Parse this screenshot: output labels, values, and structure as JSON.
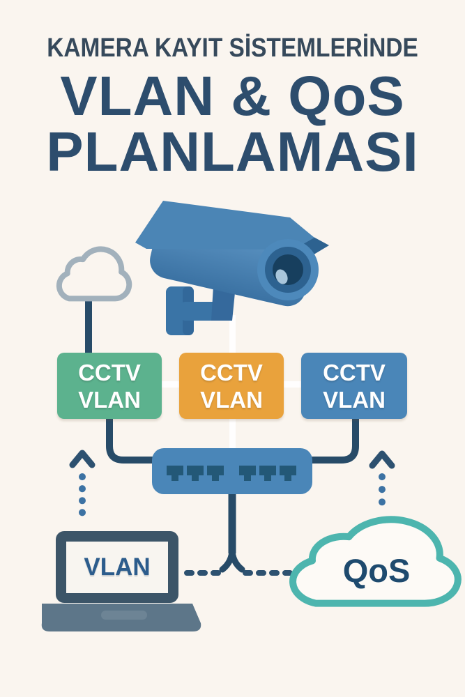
{
  "poster": {
    "kicker": "KAMERA KAYIT SİSTEMLERİNDE",
    "title_line1": "VLAN & QoS",
    "title_line2": "PLANLAMASI"
  },
  "diagram": {
    "vlan_boxes": [
      {
        "line1": "CCTV",
        "line2": "VLAN",
        "color": "#5cb28e"
      },
      {
        "line1": "CCTV",
        "line2": "VLAN",
        "color": "#e9a23c"
      },
      {
        "line1": "CCTV",
        "line2": "VLAN",
        "color": "#4a86b8"
      }
    ],
    "laptop_label": "VLAN",
    "qos_label": "QoS"
  },
  "icons": {
    "camera": "cctv-camera-icon",
    "uplink_cloud": "cloud-icon",
    "switch": "network-switch-icon",
    "laptop": "laptop-icon",
    "qos_cloud": "qos-cloud-icon"
  },
  "colors": {
    "background": "#faf5ef",
    "kicker_text": "#36495b",
    "title_text": "#2d4d6d",
    "green_box": "#5cb28e",
    "orange_box": "#e9a23c",
    "blue_box": "#4a86b8",
    "switch_body": "#4a86b8",
    "switch_ports": "#235877",
    "connector_navy": "#274b68",
    "dotted_blue": "#3c72a3",
    "teal_cloud": "#4db5ae",
    "gray_cloud": "#a2b1bc",
    "laptop_frame": "#3c5568",
    "laptop_base": "#5d7689",
    "laptop_text": "#2c5c8c",
    "qos_text": "#1e4a6e"
  }
}
